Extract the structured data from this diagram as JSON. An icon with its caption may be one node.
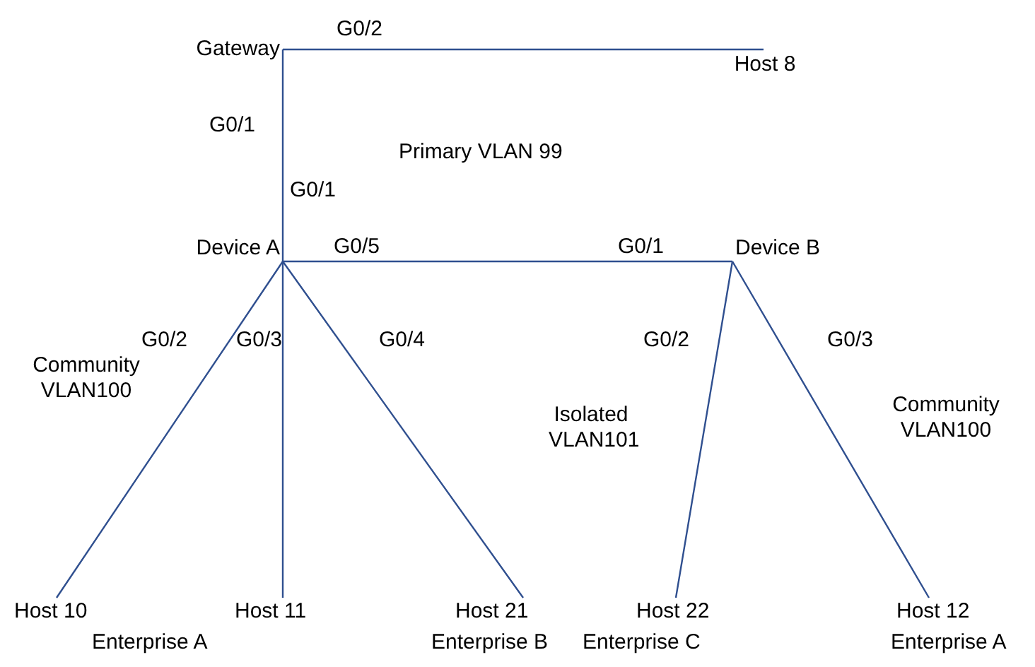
{
  "diagram": {
    "nodes": [
      {
        "text": [
          "Gateway"
        ]
      },
      {
        "text": [
          "Host 8"
        ]
      },
      {
        "text": [
          "Device A"
        ]
      },
      {
        "text": [
          "Device B"
        ]
      },
      {
        "text": [
          "Host 10"
        ],
        "beside": [
          "Enterprise A"
        ]
      },
      {
        "text": [
          "Host 11"
        ]
      },
      {
        "text": [
          "Host 21"
        ],
        "beside": [
          "Enterprise B"
        ]
      },
      {
        "text": [
          "Host 22"
        ],
        "beside": [
          "Enterprise C"
        ]
      },
      {
        "text": [
          "Host 12"
        ],
        "beside": [
          "Enterprise A"
        ]
      }
    ],
    "edges": [
      {
        "from": 0,
        "to": 1,
        "arrow": "none"
      },
      {
        "from": 0,
        "to": 2,
        "arrow": "none"
      },
      {
        "from": 2,
        "to": 3,
        "arrow": "none"
      },
      {
        "from": 2,
        "to": 4,
        "arrow": "none"
      },
      {
        "from": 2,
        "to": 5,
        "arrow": "none"
      },
      {
        "from": 2,
        "to": 6,
        "arrow": "none"
      },
      {
        "from": 3,
        "to": 7,
        "arrow": "none"
      },
      {
        "from": 3,
        "to": 8,
        "arrow": "none"
      }
    ],
    "labels": [
      "G0/2",
      "G0/1",
      "Primary VLAN 99",
      "G0/1",
      "G0/5",
      "G0/1",
      "G0/2",
      "G0/3",
      "G0/4",
      "G0/2",
      "G0/3",
      "Community VLAN100",
      "Isolated VLAN101",
      "Community VLAN100"
    ]
  }
}
